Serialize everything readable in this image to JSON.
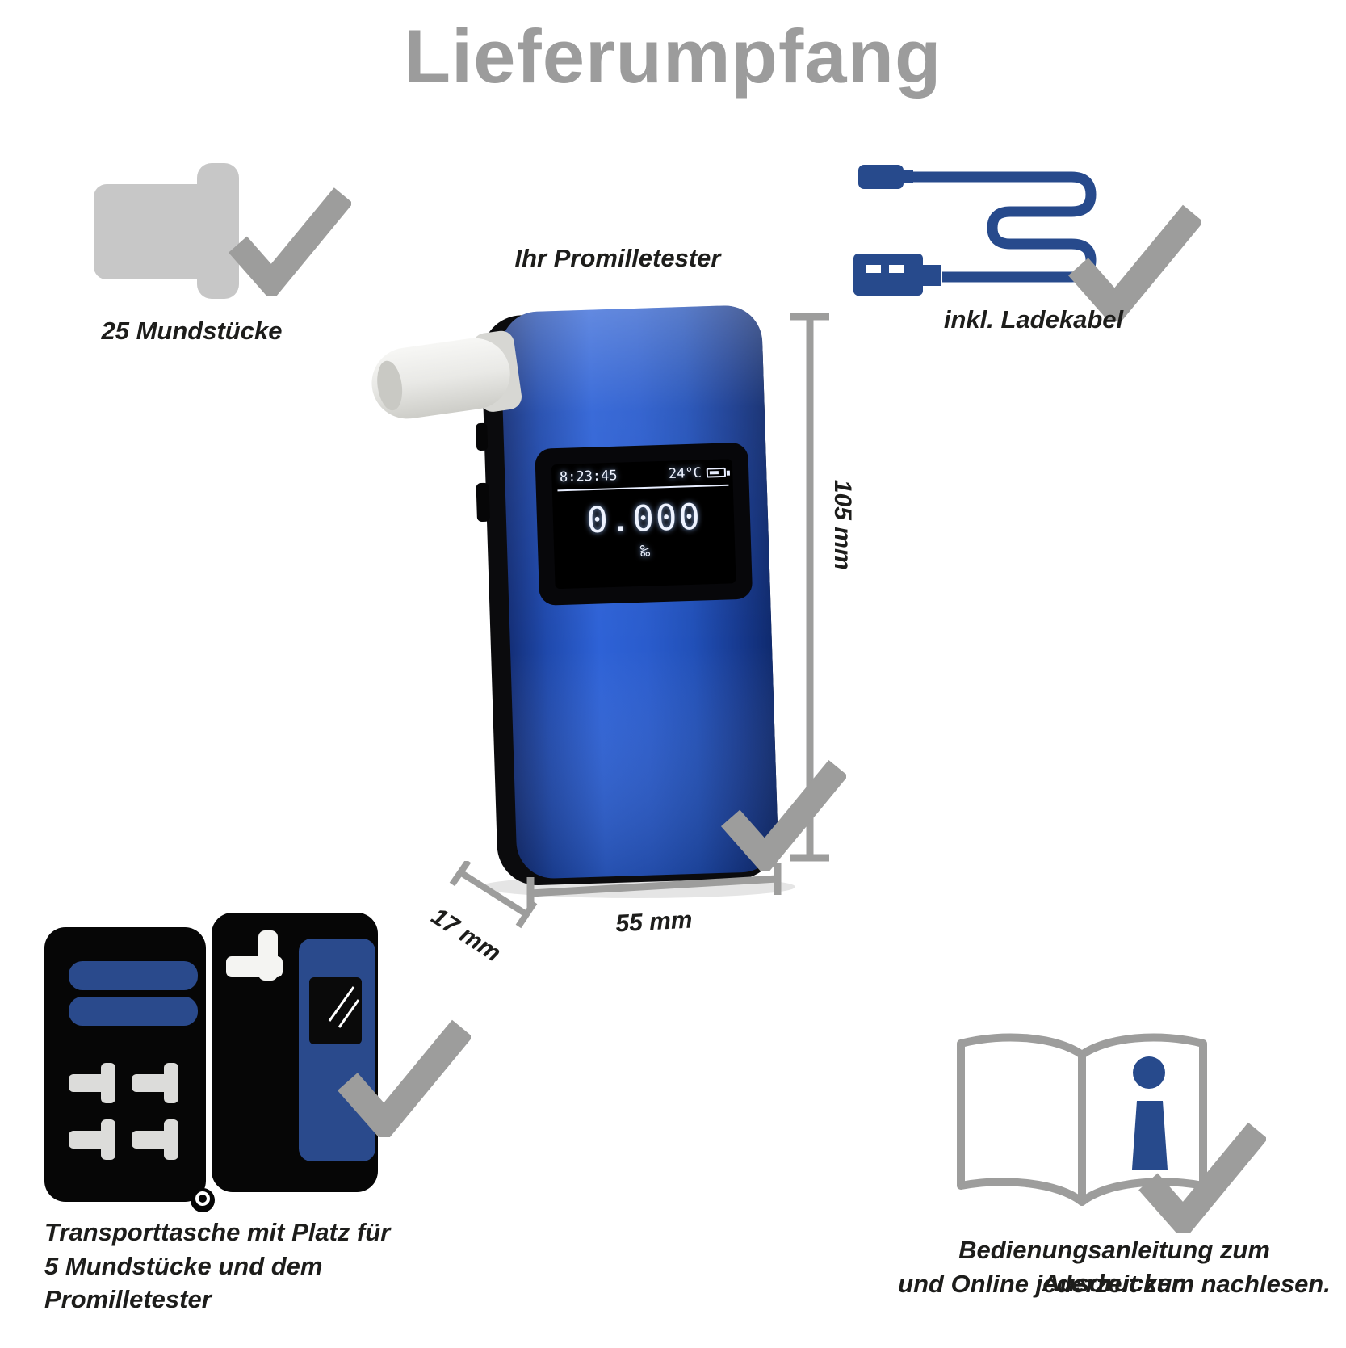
{
  "page": {
    "title": "Lieferumpfang"
  },
  "colors": {
    "accent_blue": "#274a8c",
    "device_blue": "#2a5ccd",
    "icon_gray": "#9d9d9c",
    "icon_light_gray": "#c7c7c7",
    "title_gray": "#9c9c9c",
    "text_dark": "#1d1d1b"
  },
  "icons": {
    "mouthpiece": "mouthpiece-icon",
    "usb_cable": "usb-cable-icon",
    "checkmark": "checkmark-icon",
    "transport_case": "transport-case-icon",
    "manual_book": "open-book-icon",
    "info": "info-icon",
    "battery": "battery-icon"
  },
  "items": {
    "mouthpieces": {
      "label": "25 Mundstücke"
    },
    "cable": {
      "label": "inkl. Ladekabel"
    },
    "tester": {
      "label": "Ihr Promilletester"
    },
    "case": {
      "label_line1": "Transporttasche mit Platz für",
      "label_line2": "5 Mundstücke und dem Promilletester"
    },
    "manual": {
      "label_line1": "Bedienungsanleitung zum Ausdrucken",
      "label_line2": "und Online jederzeit zum nachlesen."
    }
  },
  "device": {
    "screen": {
      "time": "8:23:45",
      "temperature": "24°C",
      "value": "0.000",
      "unit": "‰"
    },
    "dimensions": {
      "height": "105 mm",
      "width": "55 mm",
      "depth": "17 mm"
    }
  }
}
